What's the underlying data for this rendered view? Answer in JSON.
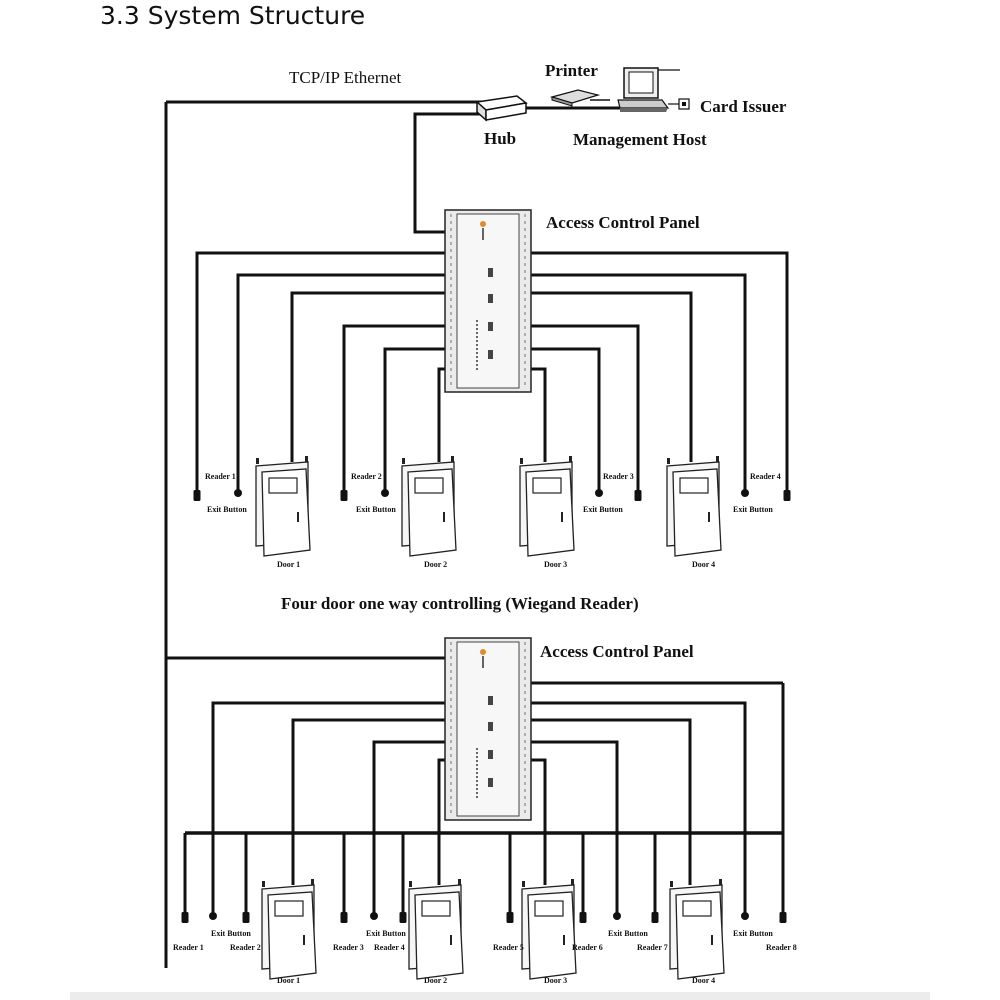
{
  "page_title": "3.3 System Structure",
  "network": {
    "ethernet_label": "TCP/IP Ethernet",
    "printer_label": "Printer",
    "card_issuer_label": "Card Issuer",
    "hub_label": "Hub",
    "host_label": "Management Host"
  },
  "panel_top": {
    "label": "Access Control Panel",
    "readers": [
      "Reader 1",
      "Reader 2",
      "Reader 3",
      "Reader 4"
    ],
    "exit_buttons": [
      "Exit Button",
      "Exit Button",
      "Exit Button",
      "Exit Button"
    ],
    "doors": [
      "Door 1",
      "Door 2",
      "Door 3",
      "Door 4"
    ],
    "caption": "Four door one way controlling (Wiegand Reader)"
  },
  "panel_bottom": {
    "label": "Access Control Panel",
    "readers": [
      "Reader 1",
      "Reader 2",
      "Reader 3",
      "Reader 4",
      "Reader 5",
      "Reader 6",
      "Reader 7",
      "Reader 8"
    ],
    "exit_buttons": [
      "Exit Button",
      "Exit Button",
      "Exit Button",
      "Exit Button"
    ],
    "doors": [
      "Door 1",
      "Door 2",
      "Door 3",
      "Door 4"
    ]
  }
}
